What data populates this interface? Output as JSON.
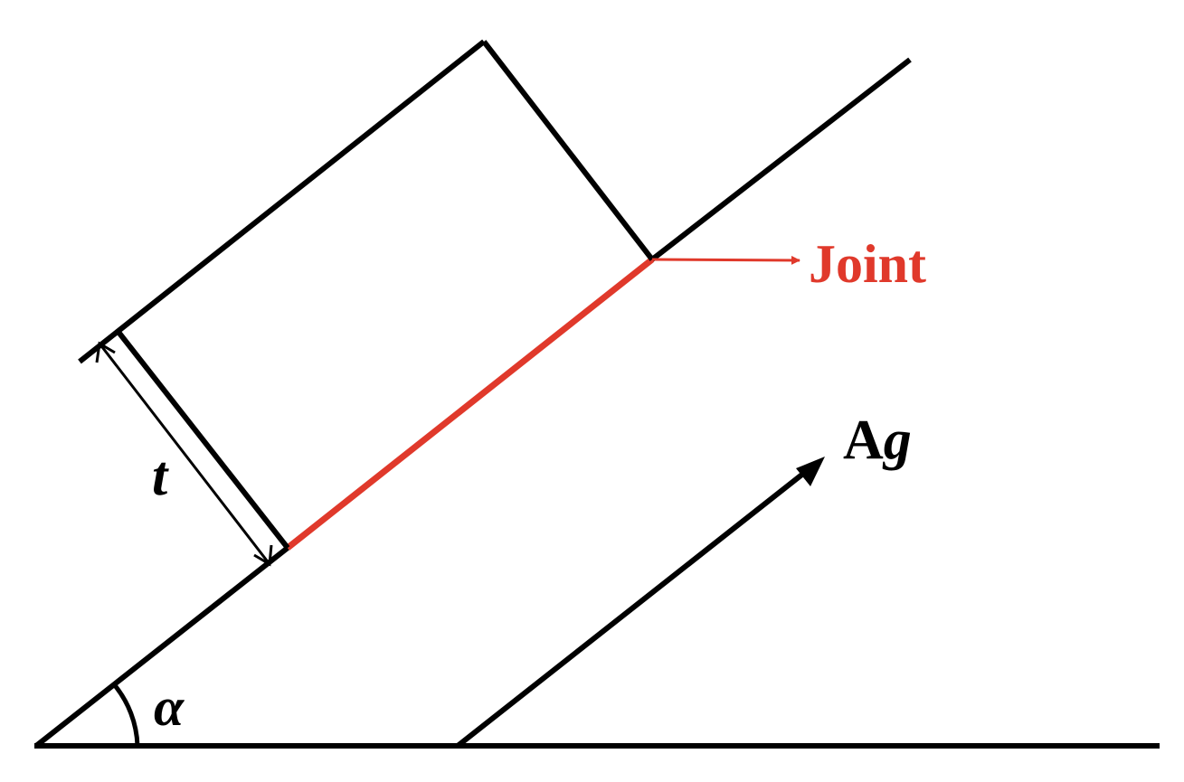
{
  "labels": {
    "joint": "Joint",
    "thickness": "t",
    "angle": "α",
    "acceleration_main": "A",
    "acceleration_sub": "g"
  },
  "colors": {
    "stroke": "#000000",
    "joint": "#e0392b",
    "background": "#ffffff"
  }
}
